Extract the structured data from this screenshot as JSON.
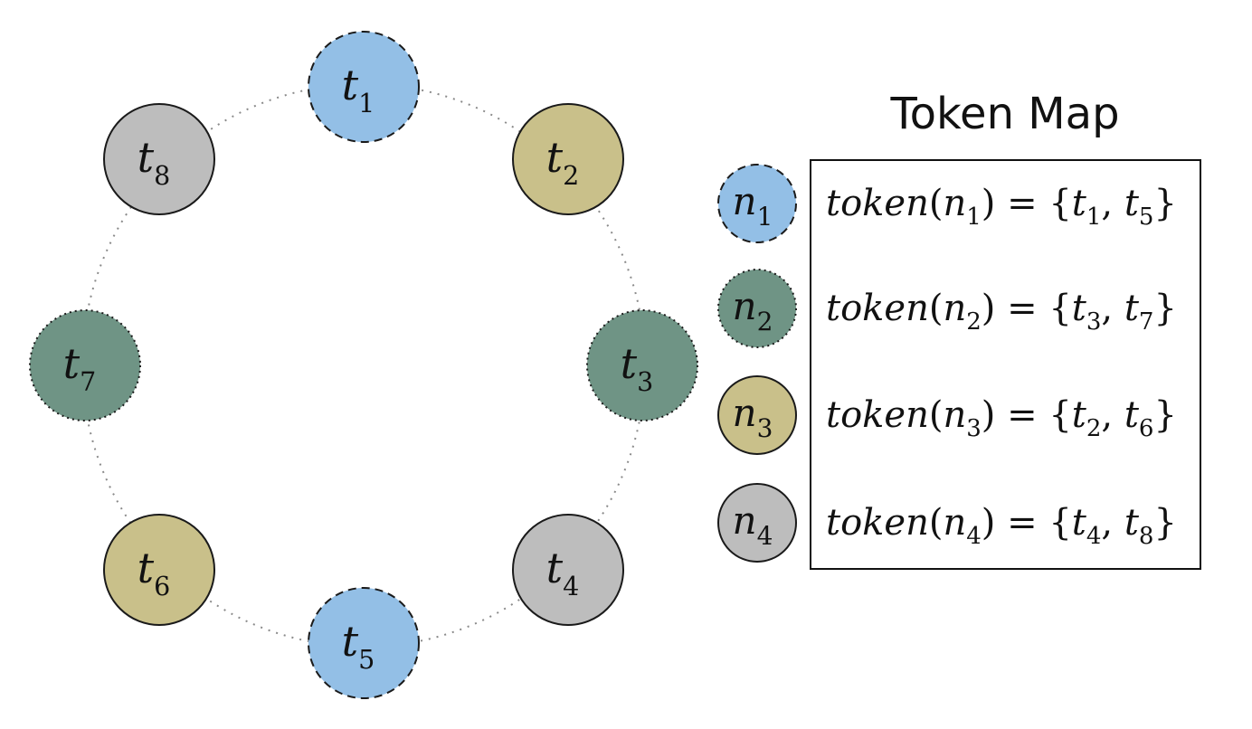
{
  "colors": {
    "blue": "#93bfe6",
    "olive": "#c9c08a",
    "green": "#6f9485",
    "gray": "#bdbdbd",
    "stroke": "#1a1a1a",
    "ring": "#8a8a8a"
  },
  "ring": {
    "tokens": [
      {
        "var": "t",
        "sub": "1",
        "color": "blue",
        "border": "dashed"
      },
      {
        "var": "t",
        "sub": "2",
        "color": "olive",
        "border": "solid"
      },
      {
        "var": "t",
        "sub": "3",
        "color": "green",
        "border": "dotted"
      },
      {
        "var": "t",
        "sub": "4",
        "color": "gray",
        "border": "solid"
      },
      {
        "var": "t",
        "sub": "5",
        "color": "blue",
        "border": "dashed"
      },
      {
        "var": "t",
        "sub": "6",
        "color": "olive",
        "border": "solid"
      },
      {
        "var": "t",
        "sub": "7",
        "color": "green",
        "border": "dotted"
      },
      {
        "var": "t",
        "sub": "8",
        "color": "gray",
        "border": "solid"
      }
    ]
  },
  "token_map": {
    "title": "Token Map",
    "rows": [
      {
        "node_var": "n",
        "node_sub": "1",
        "color": "blue",
        "border": "dashed",
        "fn": "token",
        "arg_var": "n",
        "arg_sub": "1",
        "eq": "=",
        "set": [
          {
            "var": "t",
            "sub": "1"
          },
          {
            "var": "t",
            "sub": "5"
          }
        ]
      },
      {
        "node_var": "n",
        "node_sub": "2",
        "color": "green",
        "border": "dotted",
        "fn": "token",
        "arg_var": "n",
        "arg_sub": "2",
        "eq": "=",
        "set": [
          {
            "var": "t",
            "sub": "3"
          },
          {
            "var": "t",
            "sub": "7"
          }
        ]
      },
      {
        "node_var": "n",
        "node_sub": "3",
        "color": "olive",
        "border": "solid",
        "fn": "token",
        "arg_var": "n",
        "arg_sub": "3",
        "eq": "=",
        "set": [
          {
            "var": "t",
            "sub": "2"
          },
          {
            "var": "t",
            "sub": "6"
          }
        ]
      },
      {
        "node_var": "n",
        "node_sub": "4",
        "color": "gray",
        "border": "solid",
        "fn": "token",
        "arg_var": "n",
        "arg_sub": "4",
        "eq": "=",
        "set": [
          {
            "var": "t",
            "sub": "4"
          },
          {
            "var": "t",
            "sub": "8"
          }
        ]
      }
    ]
  }
}
